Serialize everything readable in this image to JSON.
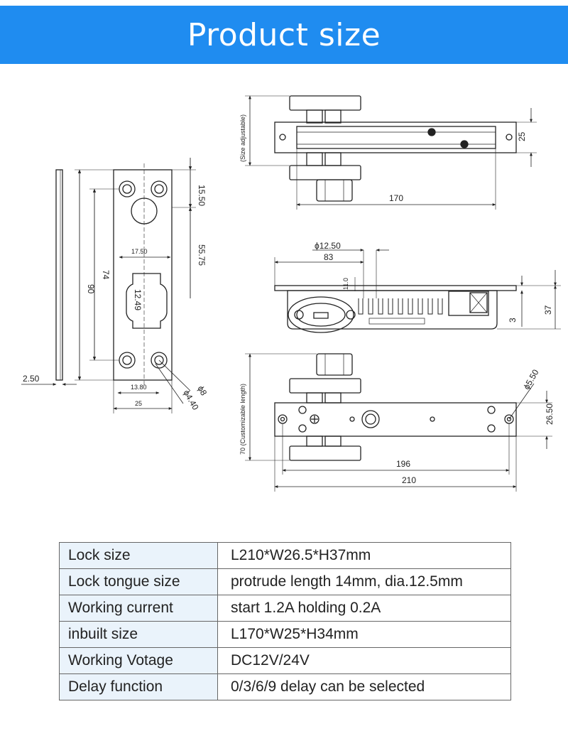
{
  "header": {
    "title": "Product size"
  },
  "front_view": {
    "dims": {
      "d1550": "15.50",
      "d5575": "55.75",
      "d1750": "17.50",
      "d1249": "12.49",
      "d90": "90",
      "d74": "74",
      "d1380": "13.80",
      "d25": "25",
      "d8": "ϕ8",
      "d440": "ϕ4.40",
      "d250": "2.50"
    }
  },
  "top_view": {
    "note": "(Size adjustable)",
    "dims": {
      "d25": "25",
      "d170": "170"
    }
  },
  "side_view": {
    "dims": {
      "d1250": "ϕ12.50",
      "d83": "83",
      "d110": "11.0",
      "d3": "3",
      "d37": "37"
    }
  },
  "bottom_view": {
    "note": "70 (Customizable length)",
    "dims": {
      "d550": "ϕ5.50",
      "d2650": "26.50",
      "d196": "196",
      "d210": "210"
    }
  },
  "specs": [
    {
      "key": "Lock size",
      "value": "L210*W26.5*H37mm"
    },
    {
      "key": "Lock tongue size",
      "value": "protrude length 14mm, dia.12.5mm"
    },
    {
      "key": "Working current",
      "value": "start 1.2A holding 0.2A"
    },
    {
      "key": "inbuilt size",
      "value": "L170*W25*H34mm"
    },
    {
      "key": "Working Votage",
      "value": "DC12V/24V"
    },
    {
      "key": "Delay function",
      "value": "0/3/6/9 delay can be selected"
    }
  ]
}
